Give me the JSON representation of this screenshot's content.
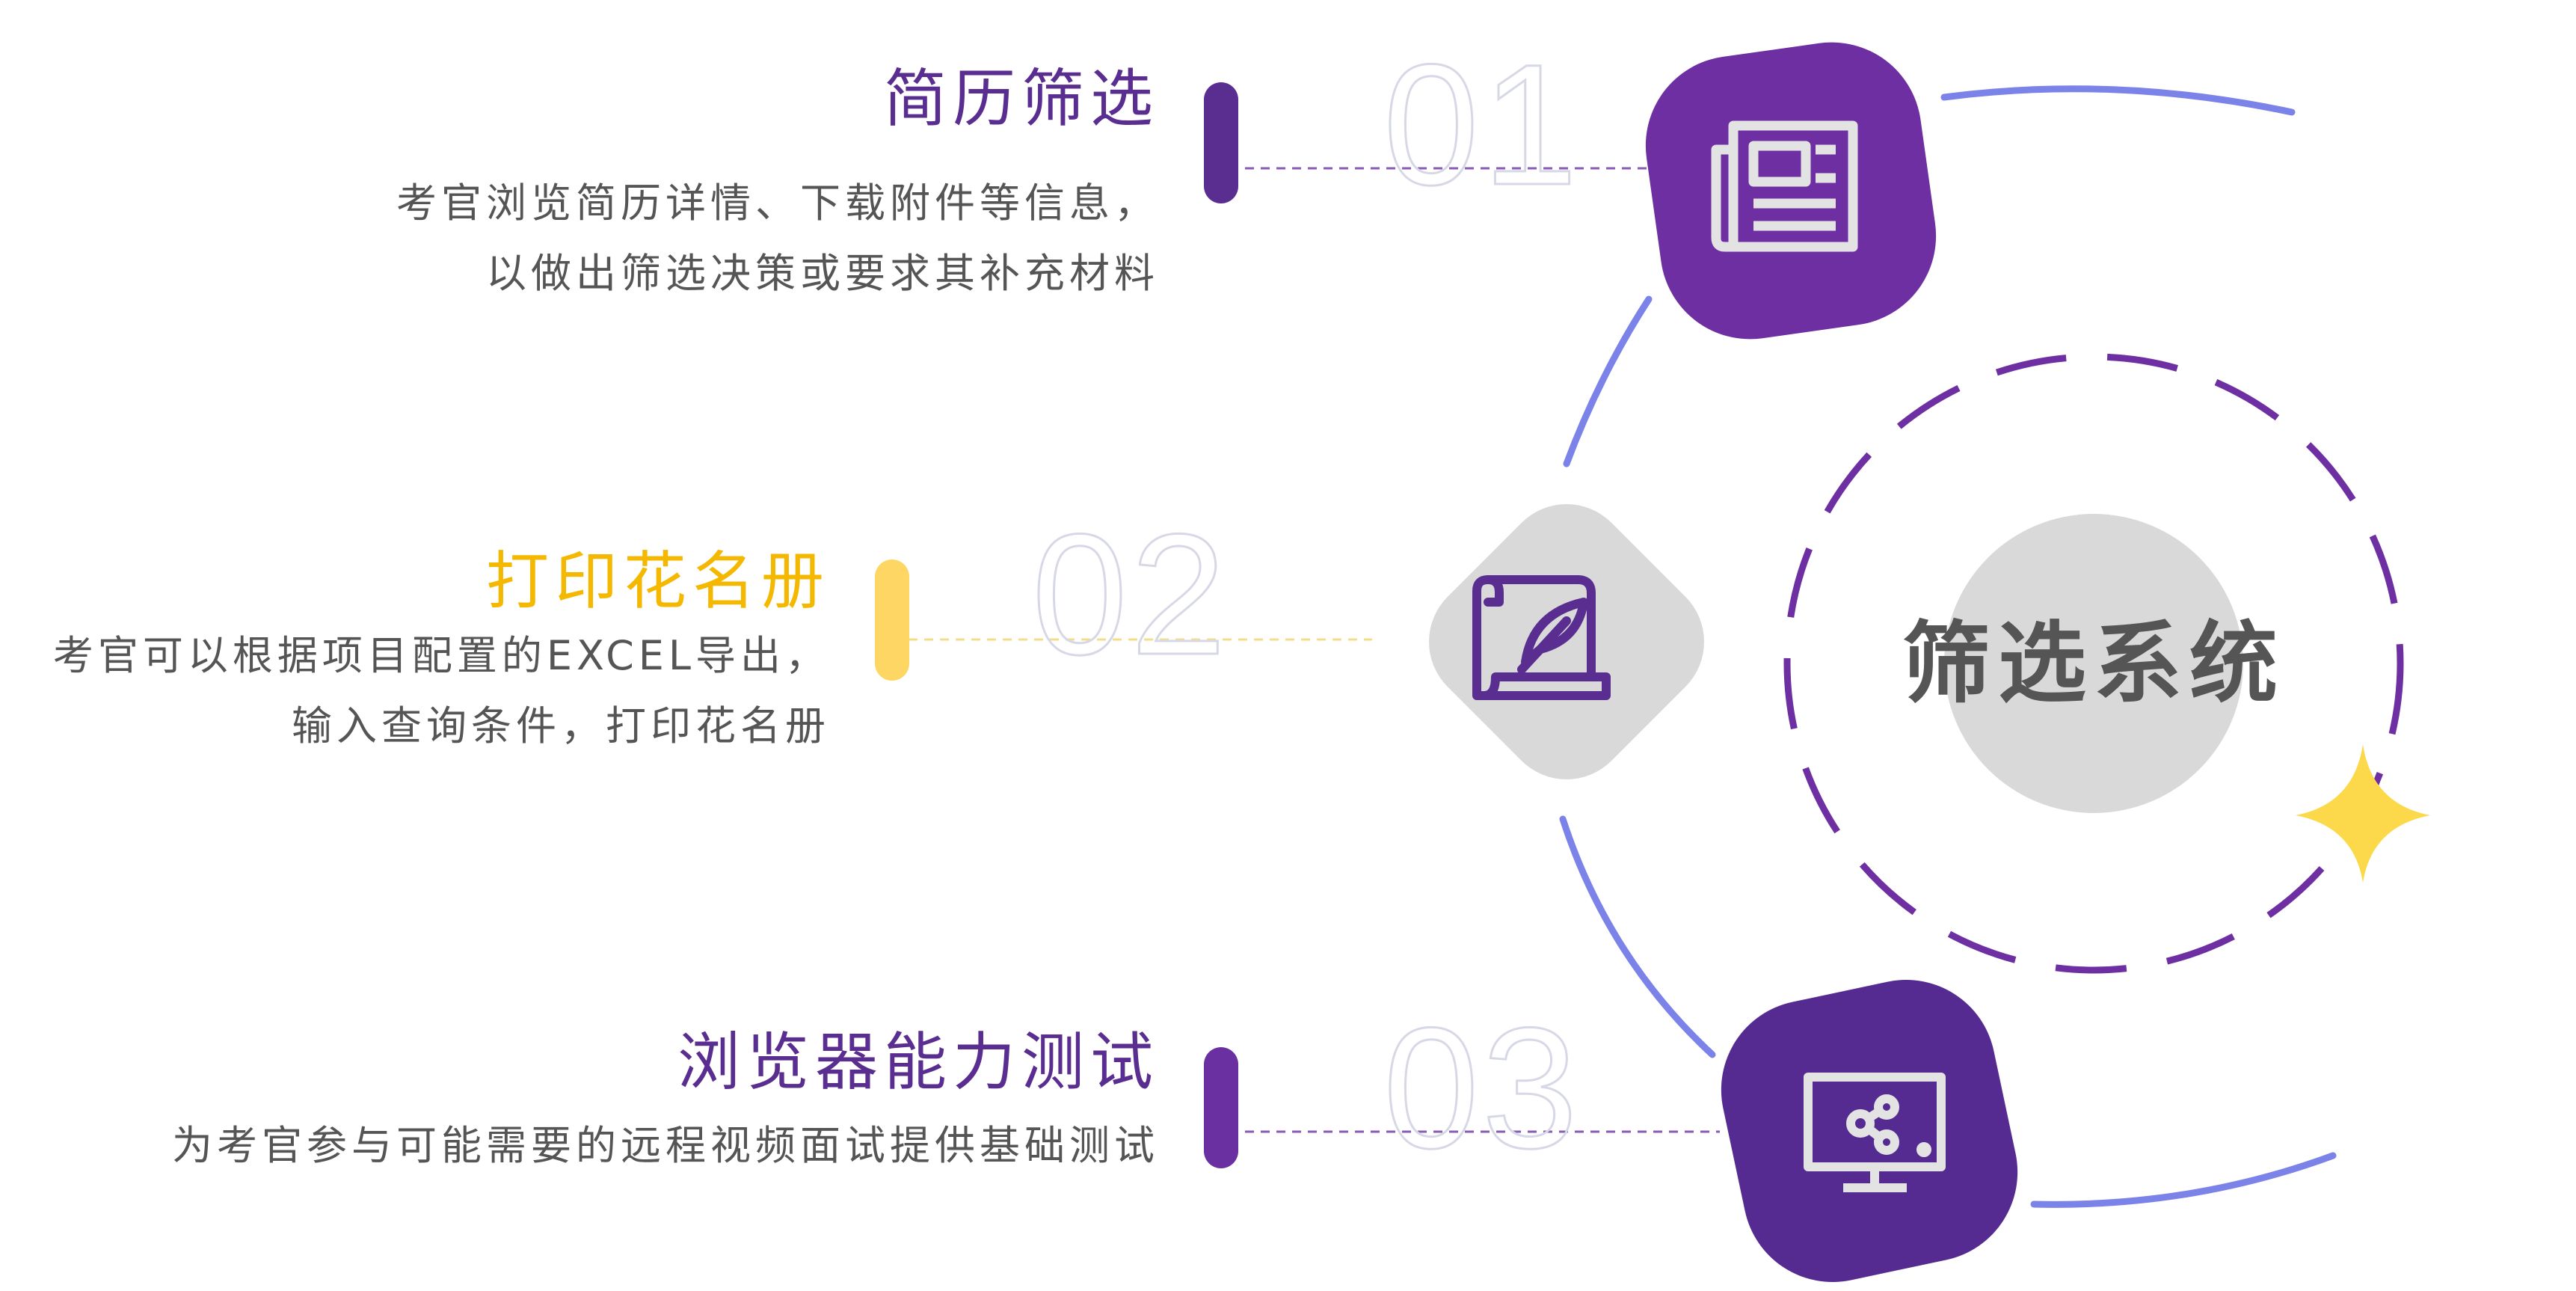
{
  "center": {
    "label": "筛选系统"
  },
  "steps": [
    {
      "number": "01",
      "title": "简历筛选",
      "desc_line1": "考官浏览简历详情、下载附件等信息，",
      "desc_line2": "以做出筛选决策或要求其补充材料",
      "color": "#5a2d91",
      "icon": "newspaper-icon"
    },
    {
      "number": "02",
      "title": "打印花名册",
      "desc_line1": "考官可以根据项目配置的EXCEL导出，",
      "desc_line2": "输入查询条件，打印花名册",
      "color": "#f5b800",
      "icon": "scroll-quill-icon"
    },
    {
      "number": "03",
      "title": "浏览器能力测试",
      "desc_line1": "为考官参与可能需要的远程视频面试提供基础测试",
      "color": "#6a2fa0",
      "icon": "monitor-share-icon"
    }
  ],
  "colors": {
    "purple": "#6e2fa3",
    "deep_purple": "#5a2d91",
    "blue_arc": "#7b82e8",
    "yellow": "#fdd663",
    "grey": "#d9d9d9",
    "star": "#fbd94a"
  }
}
